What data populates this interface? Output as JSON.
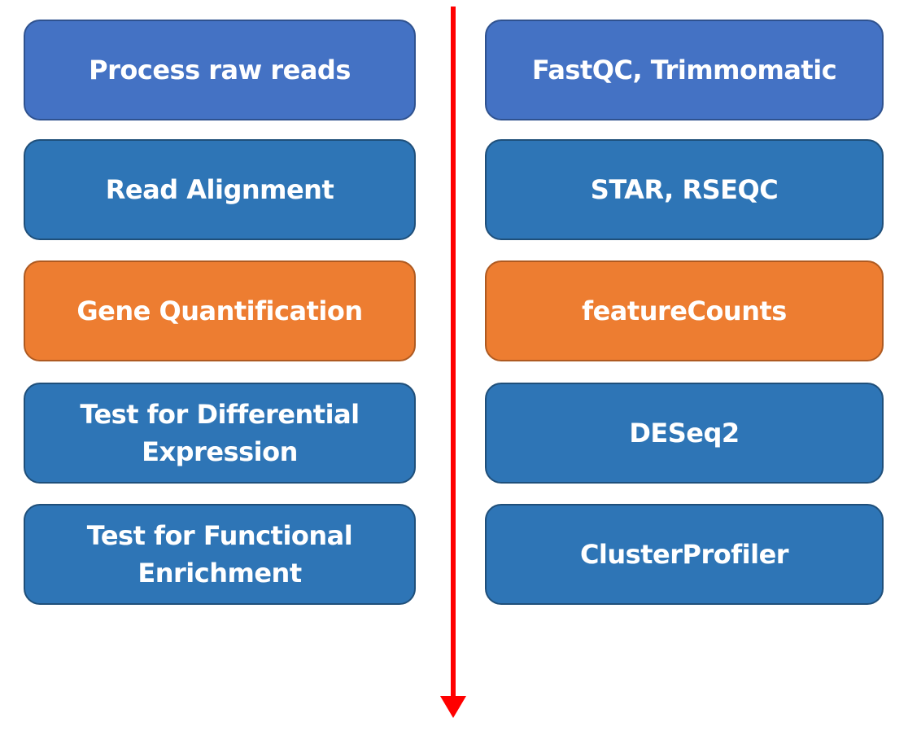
{
  "colors": {
    "step_blue": "#4472c4",
    "step_steel": "#2e75b6",
    "step_orange": "#ed7d31",
    "arrow_red": "#ff0000",
    "text": "#ffffff"
  },
  "steps": [
    {
      "label": "Process raw reads",
      "tools": "FastQC, Trimmomatic",
      "color": "blue"
    },
    {
      "label": "Read Alignment",
      "tools": "STAR, RSEQC",
      "color": "steel"
    },
    {
      "label": "Gene Quantification",
      "tools": "featureCounts",
      "color": "orange"
    },
    {
      "label_lines": [
        "Test for Differential",
        "Expression"
      ],
      "tools": "DESeq2",
      "color": "steel"
    },
    {
      "label_lines": [
        "Test for Functional",
        "Enrichment"
      ],
      "tools": "ClusterProfiler",
      "color": "steel"
    }
  ]
}
